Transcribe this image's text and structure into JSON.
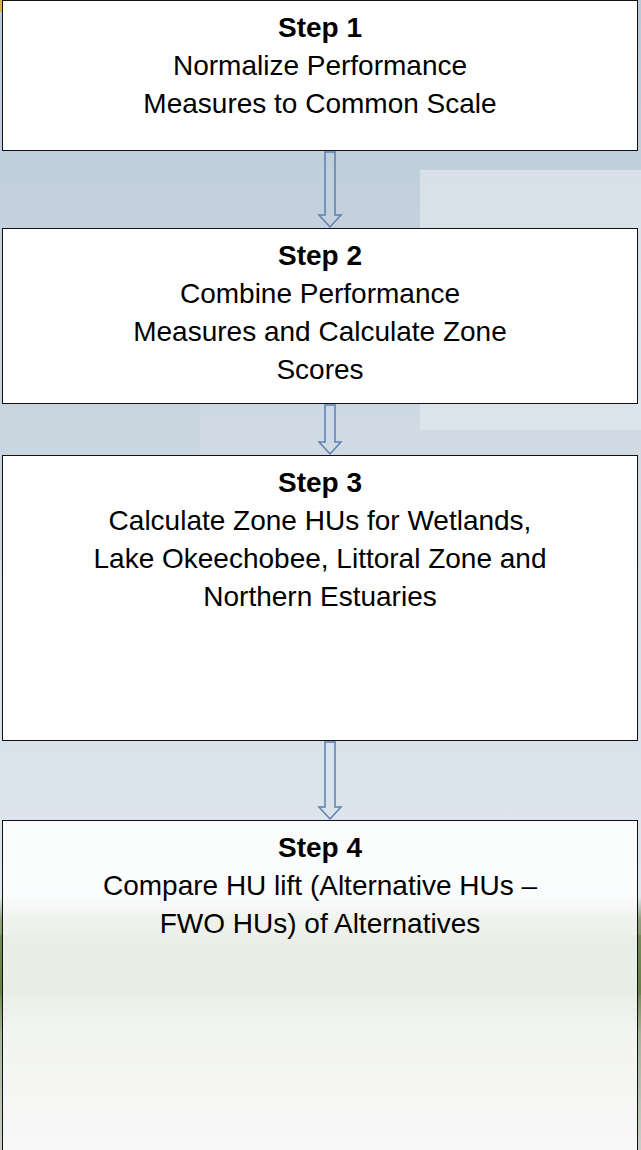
{
  "diagram": {
    "nodes": [
      {
        "text": [
          "Step 1",
          "Normalize Performance Measures to Common Scale"
        ]
      },
      {
        "text": [
          "Step 2",
          "Combine Performance Measures and Calculate Zone Scores"
        ]
      },
      {
        "text": [
          "Step 3",
          "Calculate Zone HUs for Wetlands, Lake Okeechobee, Littoral Zone and Northern Estuaries"
        ]
      },
      {
        "text": [
          "Step 4",
          "Compare HU lift (Alternative HUs – FWO HUs) of Alternatives"
        ]
      }
    ],
    "edges": [
      {
        "from": 0,
        "to": 1,
        "arrow": "to"
      },
      {
        "from": 1,
        "to": 2,
        "arrow": "to"
      },
      {
        "from": 2,
        "to": 3,
        "arrow": "to"
      }
    ]
  }
}
